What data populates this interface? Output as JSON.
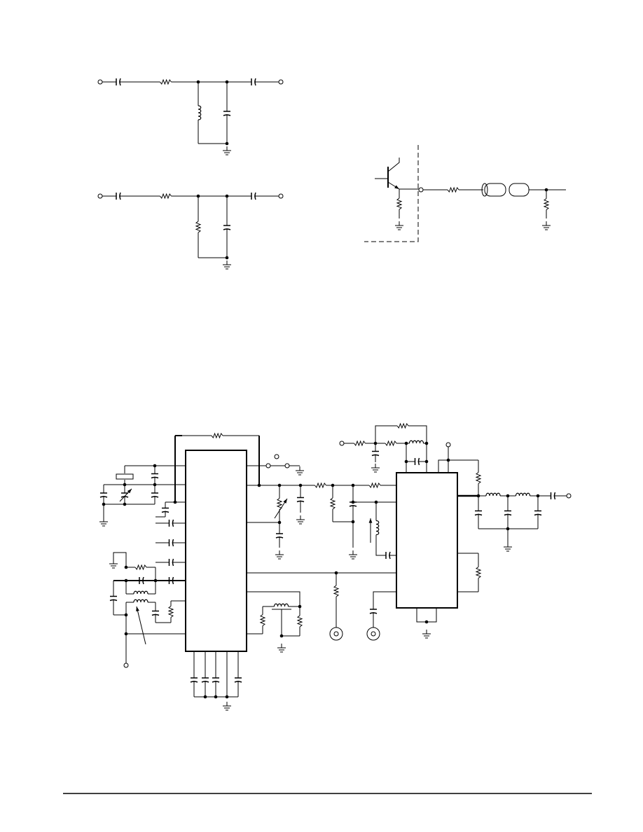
{
  "page": {
    "background": "#ffffff",
    "ink_color": "#000000"
  },
  "figures": [
    {
      "id": "high-pass-filter-inductor"
    },
    {
      "id": "high-pass-filter-resistor"
    },
    {
      "id": "emitter-follower-coax-driver"
    },
    {
      "id": "receiver-application-circuit"
    }
  ]
}
